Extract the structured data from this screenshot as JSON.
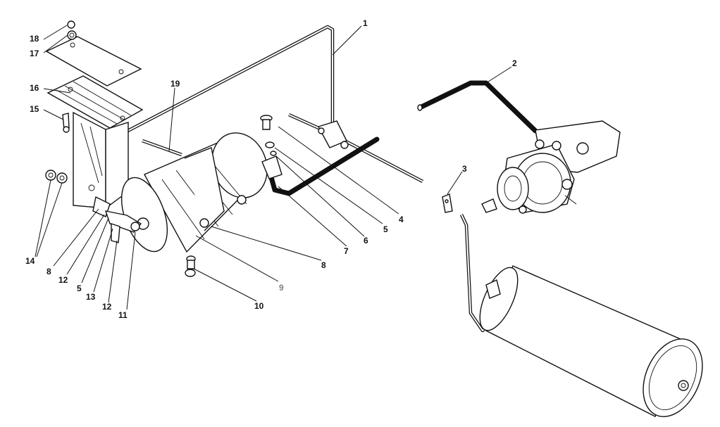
{
  "colors": {
    "ink": "#111111",
    "paper": "#ffffff",
    "gray_label": "#808080"
  },
  "callouts": [
    {
      "id": "c1",
      "label": "1"
    },
    {
      "id": "c2",
      "label": "2"
    },
    {
      "id": "c3",
      "label": "3"
    },
    {
      "id": "c4",
      "label": "4"
    },
    {
      "id": "c5a",
      "label": "5"
    },
    {
      "id": "c5b",
      "label": "5"
    },
    {
      "id": "c6",
      "label": "6"
    },
    {
      "id": "c7",
      "label": "7"
    },
    {
      "id": "c8a",
      "label": "8"
    },
    {
      "id": "c8b",
      "label": "8"
    },
    {
      "id": "c9",
      "label": "9"
    },
    {
      "id": "c10",
      "label": "10"
    },
    {
      "id": "c11",
      "label": "11"
    },
    {
      "id": "c12a",
      "label": "12"
    },
    {
      "id": "c12b",
      "label": "12"
    },
    {
      "id": "c13",
      "label": "13"
    },
    {
      "id": "c14",
      "label": "14"
    },
    {
      "id": "c15",
      "label": "15"
    },
    {
      "id": "c16",
      "label": "16"
    },
    {
      "id": "c17",
      "label": "17"
    },
    {
      "id": "c18",
      "label": "18"
    },
    {
      "id": "c19",
      "label": "19"
    }
  ]
}
